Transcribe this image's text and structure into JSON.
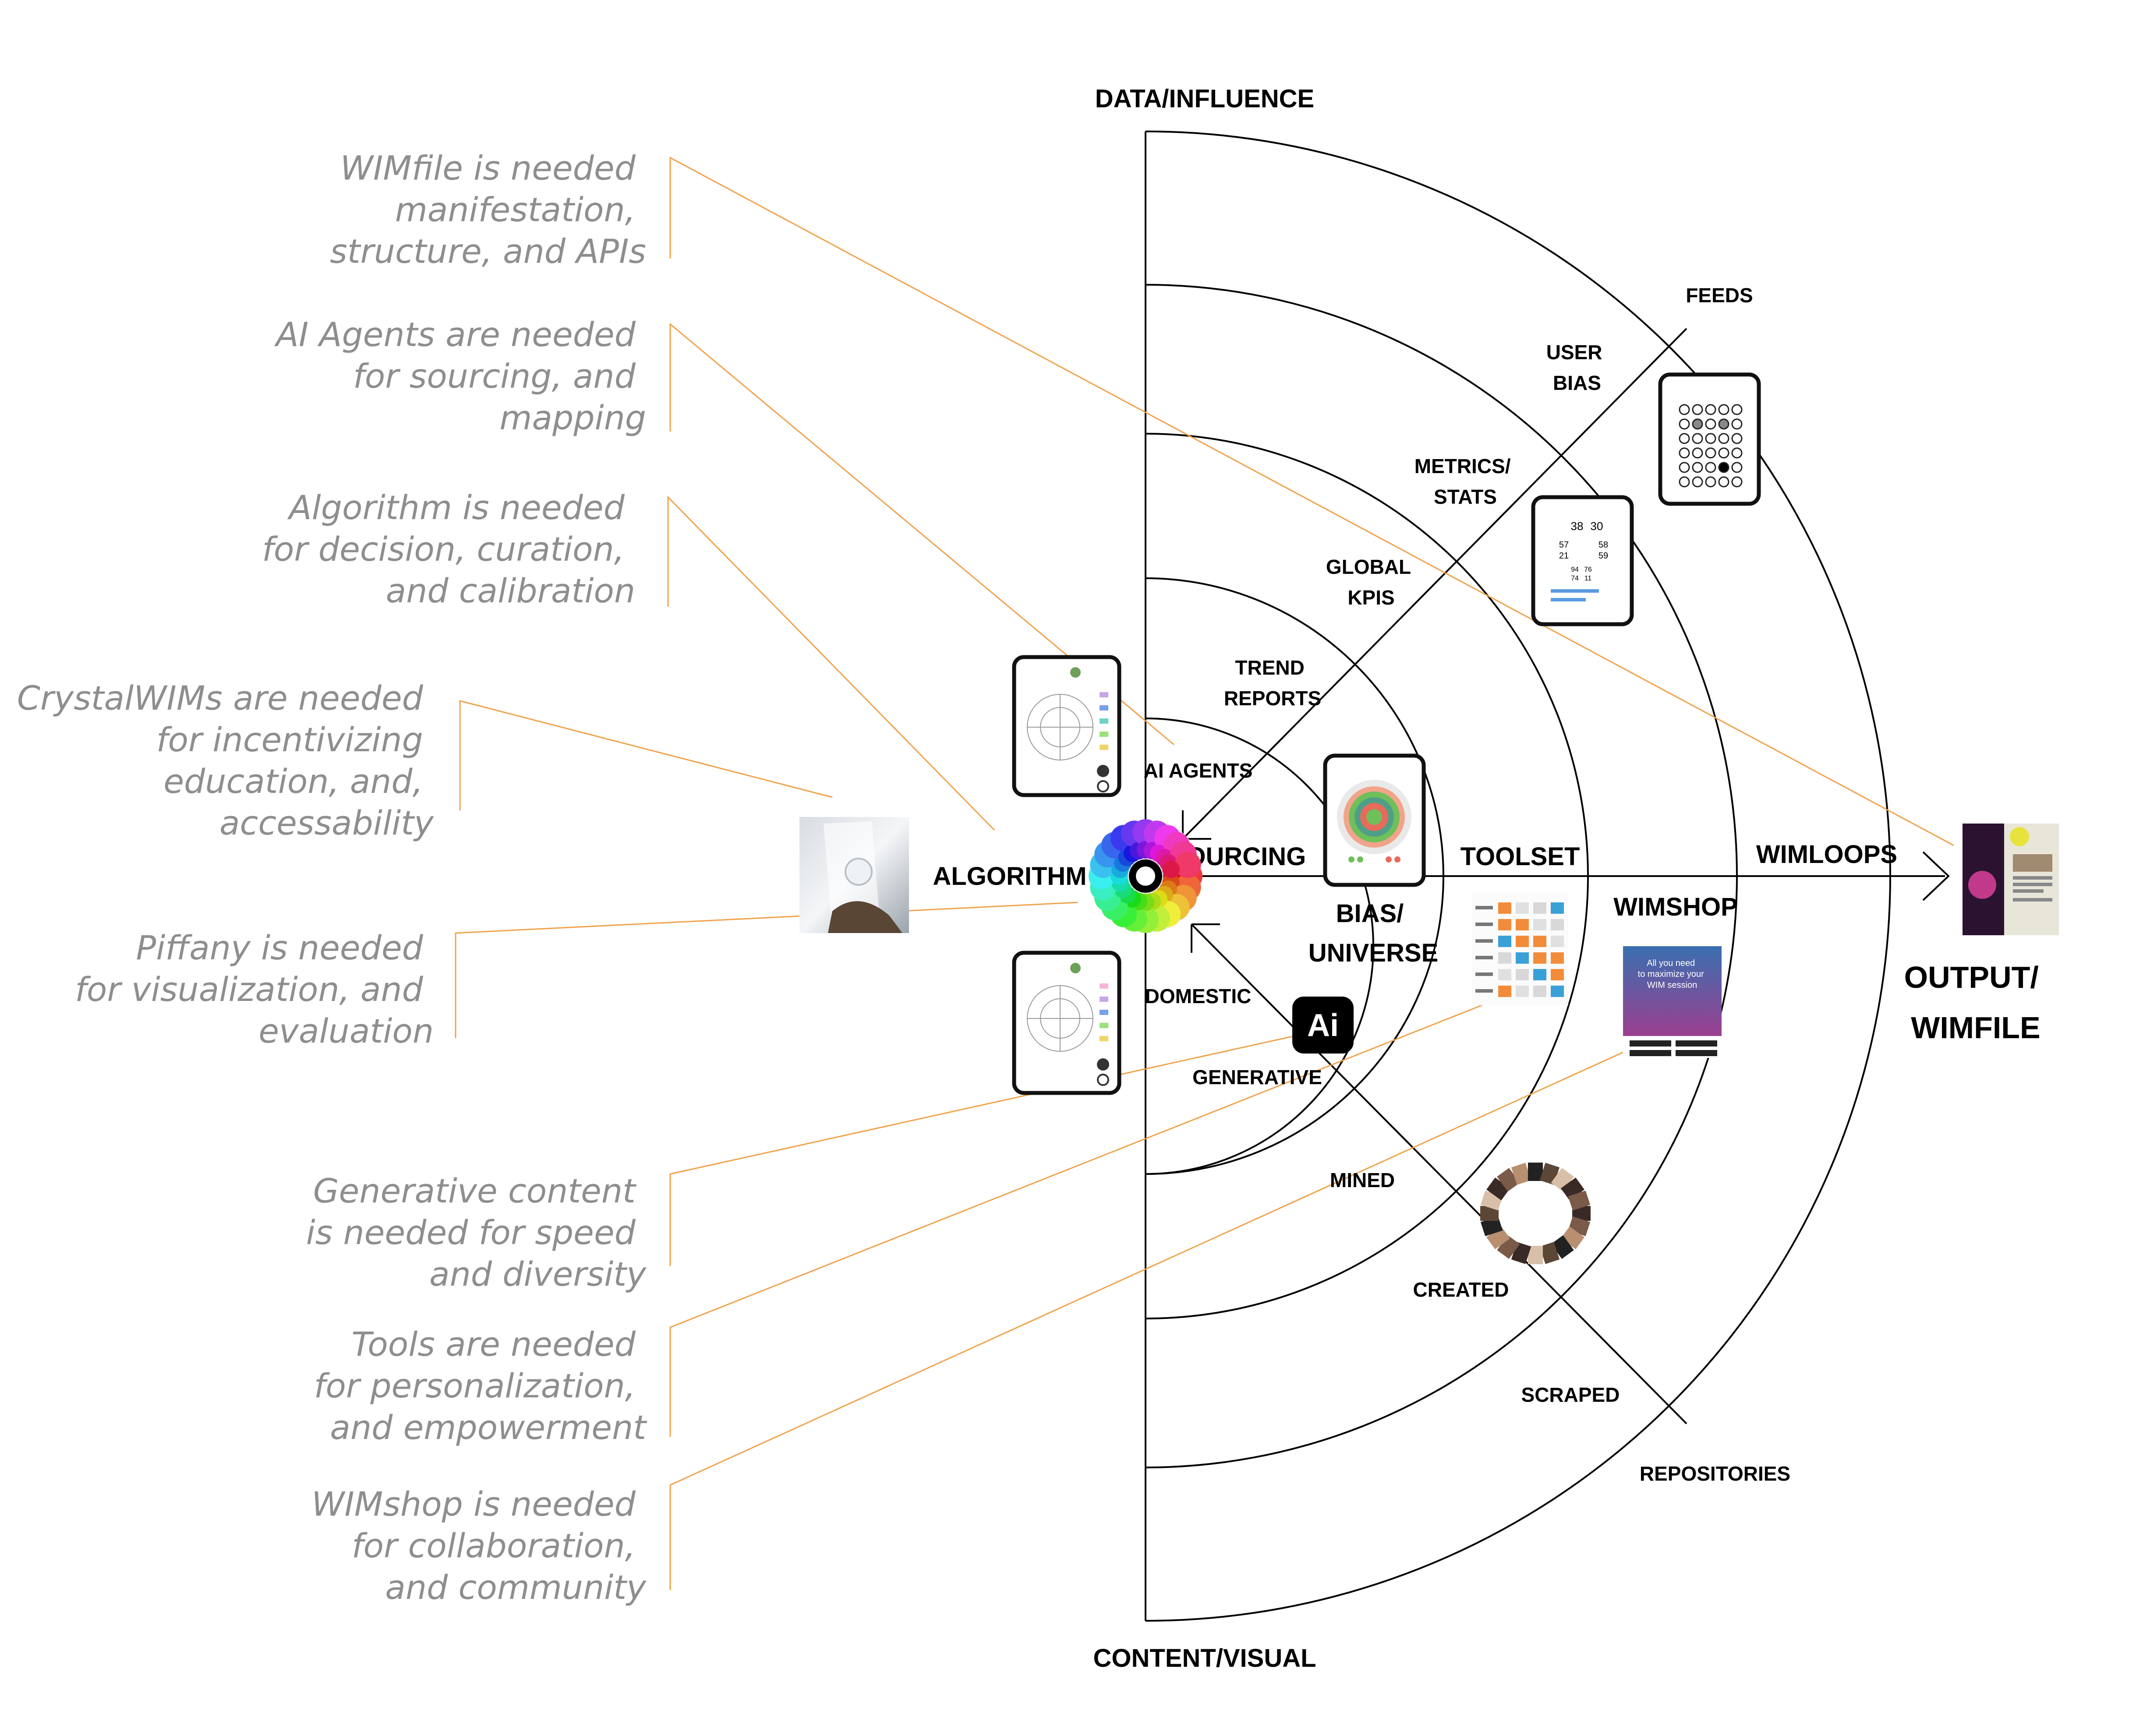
{
  "axes": {
    "top": "DATA/INFLUENCE",
    "bottom": "CONTENT/VISUAL"
  },
  "notes": [
    {
      "id": "wimfile",
      "lines": [
        "WIMfile is needed",
        "manifestation,",
        "structure, and APIs"
      ]
    },
    {
      "id": "ai-agents",
      "lines": [
        "AI Agents are needed",
        "for sourcing, and",
        "mapping"
      ]
    },
    {
      "id": "algorithm",
      "lines": [
        "Algorithm is needed",
        "for decision, curation,",
        "and calibration"
      ]
    },
    {
      "id": "crystalwims",
      "lines": [
        "CrystalWIMs are needed",
        "for incentivizing",
        "education, and,",
        "accessability"
      ]
    },
    {
      "id": "piffany",
      "lines": [
        "Piffany is needed",
        "for visualization, and",
        "evaluation"
      ]
    },
    {
      "id": "generative",
      "lines": [
        "Generative content",
        "is needed for speed",
        "and diversity"
      ]
    },
    {
      "id": "tools",
      "lines": [
        "Tools are needed",
        "for personalization,",
        "and empowerment"
      ]
    },
    {
      "id": "wimshop",
      "lines": [
        "WIMshop is needed",
        "for collaboration,",
        "and community"
      ]
    }
  ],
  "labels": {
    "algorithm": "ALGORITHM",
    "sourcing": "SOURCING",
    "toolset": "TOOLSET",
    "wimloops": "WIMLOOPS",
    "wimshop": "WIMSHOP",
    "bias_universe": [
      "BIAS/",
      "UNIVERSE"
    ],
    "output_wimfile": [
      "OUTPUT/",
      "WIMFILE"
    ],
    "ai_agents": "AI AGENTS",
    "domestic": "DOMESTIC",
    "generative": "GENERATIVE",
    "mined": "MINED",
    "created": "CREATED",
    "scraped": "SCRAPED",
    "repositories": "REPOSITORIES",
    "feeds": "FEEDS",
    "user_bias": [
      "USER",
      "BIAS"
    ],
    "metrics_stats": [
      "METRICS/",
      "STATS"
    ],
    "global_kpis": [
      "GLOBAL",
      "KPIS"
    ],
    "trend_reports": [
      "TREND",
      "REPORTS"
    ]
  },
  "logo_text": "Ai",
  "wimshop_screen": {
    "lines": [
      "All you need",
      "to maximize your",
      "WIM session"
    ]
  },
  "stats_screen": {
    "numbers": [
      "38",
      "30",
      "57",
      "58",
      "21",
      "59",
      "94",
      "76",
      "74",
      "11"
    ]
  },
  "colors": {
    "note_text": "#8e8e8e",
    "leader_line": "#f0a24a",
    "ai_logo_bg": "#000000",
    "wimshop_gradient_top": "#3a6fb0",
    "wimshop_gradient_bottom": "#9b3f8f",
    "output_accent": "#e8e33c"
  }
}
